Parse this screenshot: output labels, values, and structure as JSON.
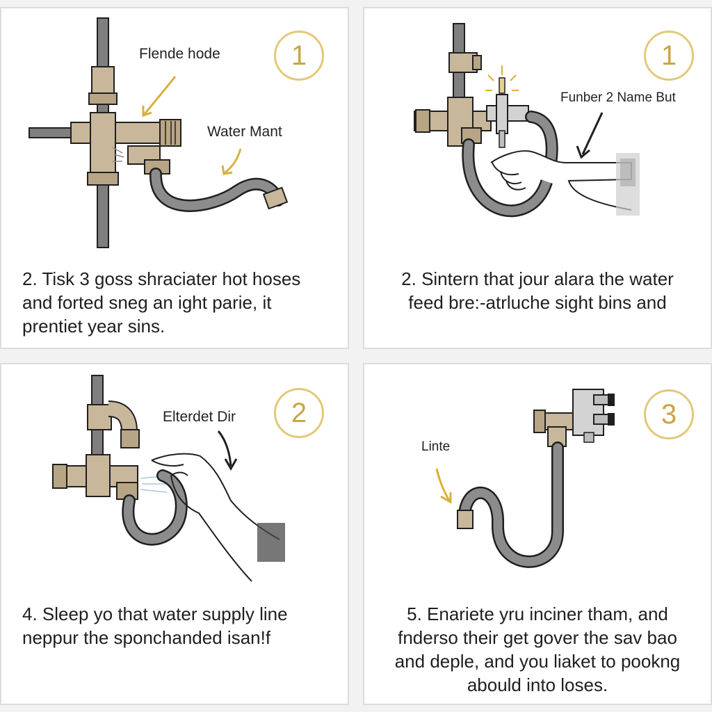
{
  "colors": {
    "pipe": "#7f7f7f",
    "fitting": "#c8b79a",
    "badge_ring": "#e3c879",
    "badge_text": "#c9a545",
    "arrow_gold": "#d8b03a",
    "outline": "#1f1f1f"
  },
  "panels": [
    {
      "badge": "1",
      "labels": [
        "Flende hode",
        "Water Mant"
      ],
      "caption": [
        "2. Tisk 3 goss shraciater hot hoses",
        "and forted sneg an ight parie, it",
        "prentiet year sins."
      ]
    },
    {
      "badge": "1",
      "labels": [
        "Funber 2 Name But"
      ],
      "caption": [
        "2. Sintern that jour alara the water",
        "feed bre:-atrluche sight bins and"
      ]
    },
    {
      "badge": "2",
      "labels": [
        "Elterdet Dir"
      ],
      "caption": [
        "4. Sleep yo that water supply line",
        "neppur the sponchanded isan!f"
      ]
    },
    {
      "badge": "3",
      "labels": [
        "Linte"
      ],
      "caption": [
        "5. Enariete yru inciner tham, and",
        "fnderso their get gover the sav bao",
        "and deple, and you liaket to pookng",
        "abould into loses."
      ]
    }
  ]
}
